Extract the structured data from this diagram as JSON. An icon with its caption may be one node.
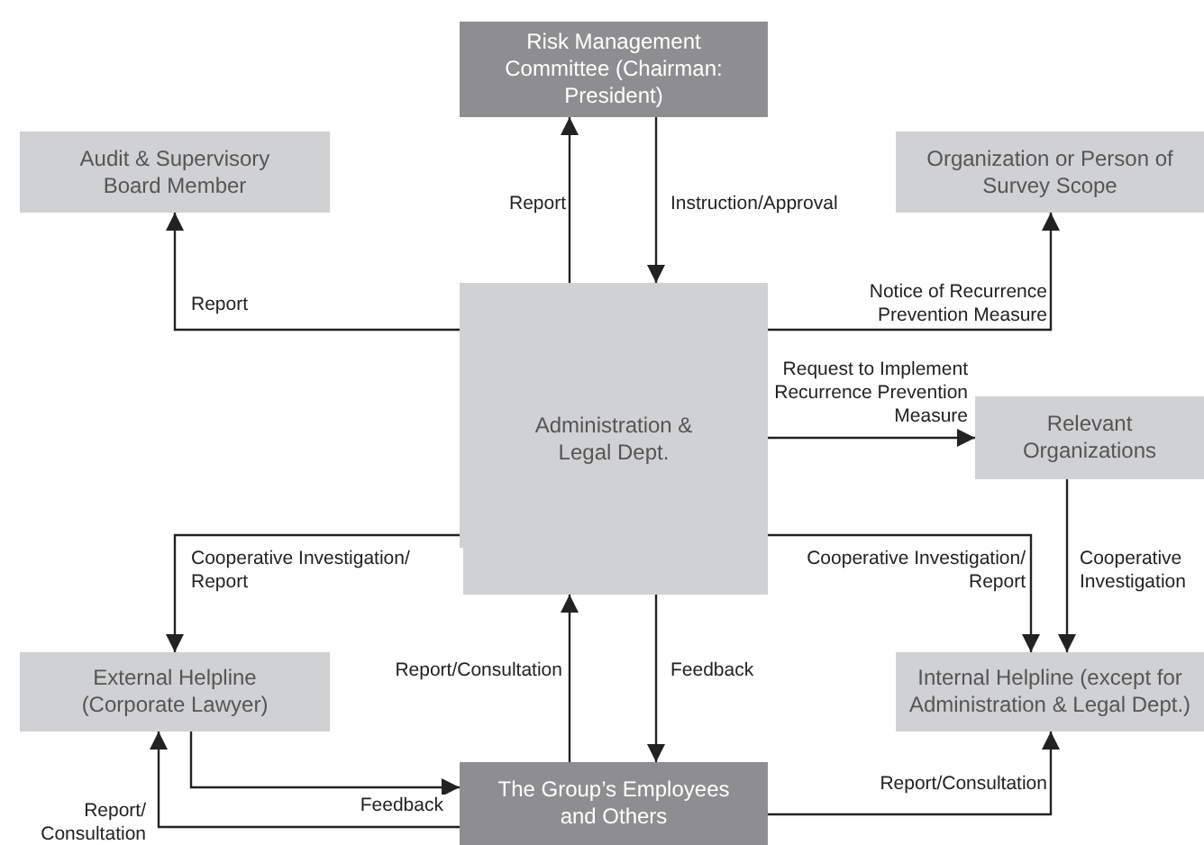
{
  "diagram": {
    "nodes": [
      {
        "text": [
          "Risk Management Committee (Chairman: President)"
        ]
      },
      {
        "text": [
          "Audit & Supervisory Board Member"
        ]
      },
      {
        "text": [
          "Organization or Person of Survey Scope"
        ]
      },
      {
        "text": [
          "Administration & Legal Dept."
        ]
      },
      {
        "text": [
          "Relevant Organizations"
        ]
      },
      {
        "text": [
          "External Helpline (Corporate Lawyer)"
        ]
      },
      {
        "text": [
          "Internal Helpline (except for Administration & Legal Dept.)"
        ]
      },
      {
        "text": [
          "The Group’s Employees and Others"
        ]
      }
    ],
    "edges": [
      {
        "from": 3,
        "to": 0,
        "arrow": "to",
        "label": "Report"
      },
      {
        "from": 0,
        "to": 3,
        "arrow": "to",
        "label": "Instruction/Approval"
      },
      {
        "from": 3,
        "to": 1,
        "arrow": "to",
        "label": "Report"
      },
      {
        "from": 3,
        "to": 2,
        "arrow": "to",
        "label": "Notice of Recurrence Prevention Measure"
      },
      {
        "from": 3,
        "to": 4,
        "arrow": "to",
        "label": "Request to Implement Recurrence Prevention Measure"
      },
      {
        "from": 3,
        "to": 5,
        "arrow": "to",
        "label": "Cooperative Investigation/ Report"
      },
      {
        "from": 3,
        "to": 6,
        "arrow": "to",
        "label": "Cooperative Investigation/ Report"
      },
      {
        "from": 4,
        "to": 6,
        "arrow": "to",
        "label": "Cooperative Investigation"
      },
      {
        "from": 7,
        "to": 3,
        "arrow": "to",
        "label": "Report/Consultation"
      },
      {
        "from": 3,
        "to": 7,
        "arrow": "to",
        "label": "Feedback"
      },
      {
        "from": 5,
        "to": 7,
        "arrow": "to",
        "label": "Feedback"
      },
      {
        "from": 7,
        "to": 5,
        "arrow": "to",
        "label": "Report/ Consultation"
      },
      {
        "from": 7,
        "to": 6,
        "arrow": "to",
        "label": "Report/Consultation"
      }
    ]
  }
}
